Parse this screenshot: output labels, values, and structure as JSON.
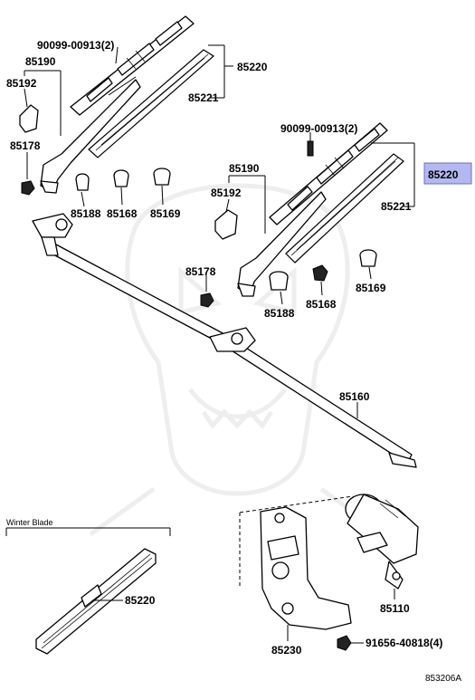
{
  "labels": {
    "bolt_top_left": "90099-00913(2)",
    "arm_left": "85190",
    "cap_left": "85192",
    "nut_left": "85178",
    "blade_left": "85220",
    "rubber_left": "85221",
    "cover_188_left": "85188",
    "cover_168_left": "85168",
    "cover_169_left": "85169",
    "bolt_top_right": "90099-00913(2)",
    "blade_highlight": "85220",
    "arm_right": "85190",
    "cap_right": "85192",
    "blade_right_rubber": "85221",
    "nut_right": "85178",
    "cover_188_right": "85188",
    "cover_168_right": "85168",
    "cover_169_right": "85169",
    "link": "85160",
    "winter_caption": "Winter Blade",
    "winter_blade": "85220",
    "motor": "85110",
    "bracket": "85230",
    "bolt_bottom": "91656-40818(4)",
    "diagram_code": "853206A"
  },
  "colors": {
    "highlight_fill": "#b4b8f0",
    "highlight_stroke": "#6a70c8",
    "ink": "#000000",
    "watermark": "#eeeeee"
  }
}
